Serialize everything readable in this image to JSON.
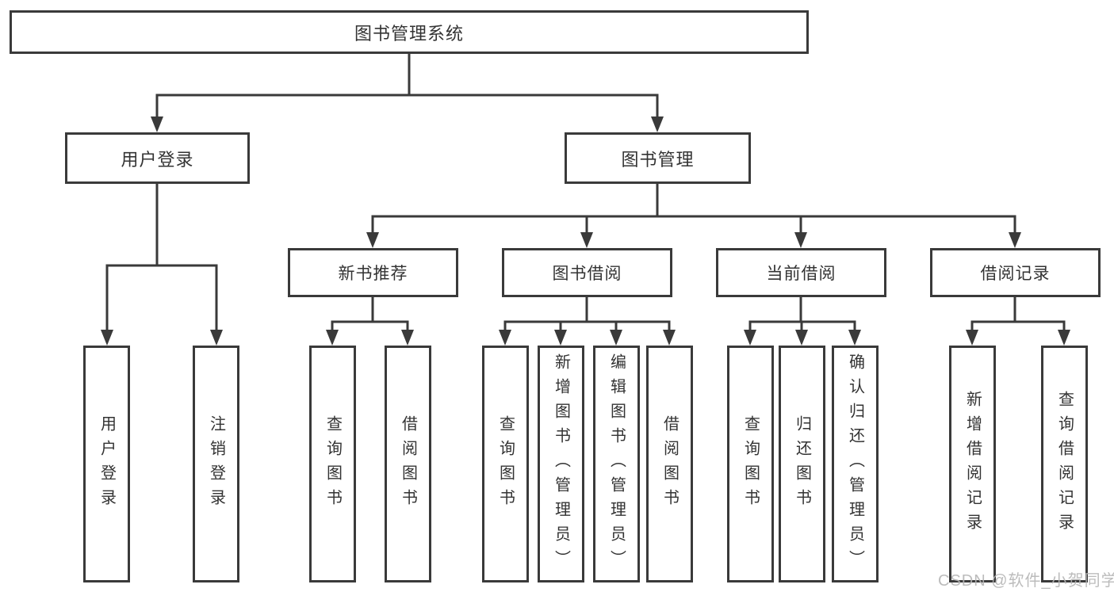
{
  "tree": {
    "root": {
      "label": "图书管理系统",
      "children": [
        {
          "label": "用户登录",
          "children": [
            {
              "label": "用户登录"
            },
            {
              "label": "注销登录"
            }
          ]
        },
        {
          "label": "图书管理",
          "children": [
            {
              "label": "新书推荐",
              "children": [
                {
                  "label": "查询图书"
                },
                {
                  "label": "借阅图书"
                }
              ]
            },
            {
              "label": "图书借阅",
              "children": [
                {
                  "label": "查询图书"
                },
                {
                  "label": "新增图书（管理员）"
                },
                {
                  "label": "编辑图书（管理员）"
                },
                {
                  "label": "借阅图书"
                }
              ]
            },
            {
              "label": "当前借阅",
              "children": [
                {
                  "label": "查询图书"
                },
                {
                  "label": "归还图书"
                },
                {
                  "label": "确认归还（管理员）"
                }
              ]
            },
            {
              "label": "借阅记录",
              "children": [
                {
                  "label": "新增借阅记录"
                },
                {
                  "label": "查询借阅记录"
                }
              ]
            }
          ]
        }
      ]
    }
  },
  "watermark": {
    "text": "CSDN @软件_小贺同学"
  },
  "colors": {
    "line": "#3a3a3a",
    "text": "#333333",
    "watermark": "#b5b5b5",
    "background": "#ffffff"
  }
}
